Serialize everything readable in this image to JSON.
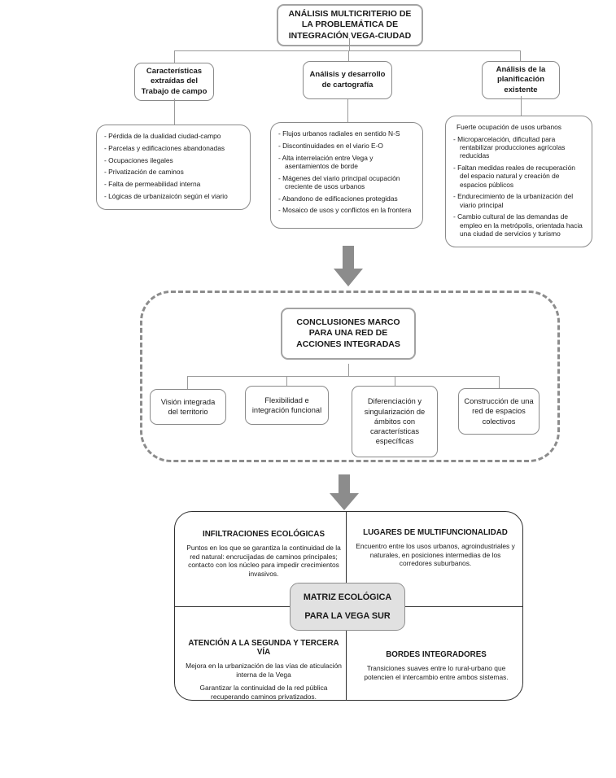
{
  "root_box": {
    "title": "ANÁLISIS MULTICRITERIO DE LA PROBLEMÁTICA DE INTEGRACIÓN VEGA-CIUDAD"
  },
  "branches": {
    "fieldwork": {
      "label": "Características extraídas del Trabajo de campo",
      "items": [
        "Pérdida de la dualidad ciudad-campo",
        "Parcelas y edificaciones abandonadas",
        "Ocupaciones ilegales",
        "Privatización de caminos",
        "Falta de permeabilidad interna",
        "Lógicas de urbanizaicón según el viario"
      ]
    },
    "cartography": {
      "label": "Análisis y desarrollo de cartografía",
      "items": [
        "Flujos urbanos radiales en sentido N-S",
        "Discontinuidades en el viario E-O",
        "Alta interrelación entre Vega y asentamientos de borde",
        "Mágenes del viario principal ocupación creciente de usos urbanos",
        "Abandono de edificaciones protegidas",
        "Mosaico de usos y conflictos en la frontera"
      ]
    },
    "planning": {
      "label": "Análisis de la planificación existente",
      "lead": "Fuerte ocupación de usos urbanos",
      "items": [
        "Microparcelación, dificultad para rentabilizar producciones agrícolas reducidas",
        "Faltan medidas reales de recuperación del espacio natural y creación de espacios públicos",
        "Endurecimiento de la urbanización del viario principal",
        "Cambio cultural de las demandas de empleo en la metrópolis, orientada hacia una ciudad de servicios y turismo"
      ]
    }
  },
  "conclusions": {
    "title": "CONCLUSIONES MARCO PARA UNA RED DE ACCIONES INTEGRADAS",
    "children": [
      "Visión integrada del territorio",
      "Flexibilidad e integración funcional",
      "Diferenciación y singularización de ámbitos con características específicas",
      "Construcción de una red de espacios colectivos"
    ]
  },
  "matrix": {
    "center": {
      "line1": "MATRIZ ECOLÓGICA",
      "line2": "PARA LA VEGA SUR"
    },
    "quadrants": {
      "top_left": {
        "title": "INFILTRACIONES ECOLÓGICAS",
        "paragraphs": [
          "Puntos en los que se garantiza la continuidad de la red natural: encrucijadas de caminos principales; contacto con los núcleo para impedir crecimientos invasivos."
        ]
      },
      "top_right": {
        "title": "LUGARES DE MULTIFUNCIONALIDAD",
        "paragraphs": [
          "Encuentro entre los usos urbanos, agroindustriales y naturales, en posiciones intermedias de los corredores suburbanos."
        ]
      },
      "bottom_left": {
        "title": "ATENCIÓN A LA SEGUNDA Y TERCERA VÍA",
        "paragraphs": [
          "Mejora en la urbanización de las vías de aticulación interna de la Vega",
          "Garantizar la continuidad de la red pública recuperando caminos privatizados."
        ]
      },
      "bottom_right": {
        "title": "BORDES INTEGRADORES",
        "paragraphs": [
          "Transiciones suaves entre lo rural-urbano que potencien el intercambio entre ambos sistemas."
        ]
      }
    }
  }
}
